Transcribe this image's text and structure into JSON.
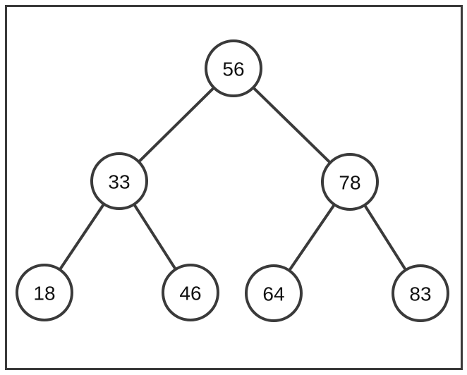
{
  "tree": {
    "nodes": [
      {
        "id": "root",
        "label": "56"
      },
      {
        "id": "l",
        "label": "33"
      },
      {
        "id": "r",
        "label": "78"
      },
      {
        "id": "ll",
        "label": "18"
      },
      {
        "id": "lr",
        "label": "46"
      },
      {
        "id": "rl",
        "label": "64"
      },
      {
        "id": "rr",
        "label": "83"
      }
    ],
    "edges": [
      {
        "from": "root",
        "to": "l"
      },
      {
        "from": "root",
        "to": "r"
      },
      {
        "from": "l",
        "to": "ll"
      },
      {
        "from": "l",
        "to": "lr"
      },
      {
        "from": "r",
        "to": "rl"
      },
      {
        "from": "r",
        "to": "rr"
      }
    ]
  }
}
